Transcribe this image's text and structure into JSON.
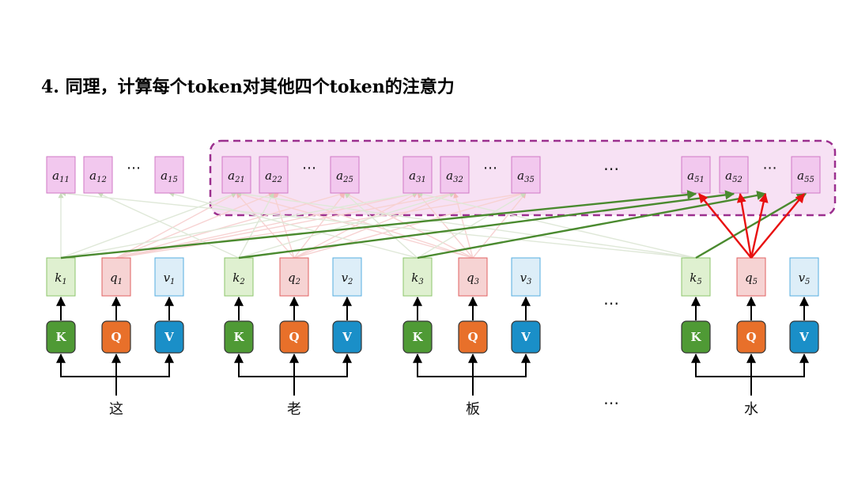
{
  "title": "4. 同理，计算每个token对其他四个token的注意力",
  "ellipsis": "⋯",
  "colors": {
    "k_fill": "#dff0d0",
    "k_stroke": "#8cc66b",
    "q_fill": "#f6d3d3",
    "q_stroke": "#e06060",
    "v_fill": "#ddeef8",
    "v_stroke": "#55aee0",
    "a_fill": "#f2c8ee",
    "a_stroke": "#d079c6",
    "K": "#4f9a35",
    "Q": "#e8702a",
    "V": "#1a8fc8",
    "highlight_border": "#9b2f8e",
    "highlight_fill": "#f7e1f4",
    "green_arrow": "#4a8a2f",
    "red_arrow": "#e81010"
  },
  "attention_groups": [
    {
      "items": [
        {
          "base": "a",
          "sub": "11"
        },
        {
          "base": "a",
          "sub": "12"
        },
        {
          "base": "a",
          "sub": "15"
        }
      ]
    },
    {
      "items": [
        {
          "base": "a",
          "sub": "21"
        },
        {
          "base": "a",
          "sub": "22"
        },
        {
          "base": "a",
          "sub": "25"
        }
      ]
    },
    {
      "items": [
        {
          "base": "a",
          "sub": "31"
        },
        {
          "base": "a",
          "sub": "32"
        },
        {
          "base": "a",
          "sub": "35"
        }
      ]
    },
    {
      "items": [
        {
          "base": "a",
          "sub": "51"
        },
        {
          "base": "a",
          "sub": "52"
        },
        {
          "base": "a",
          "sub": "55"
        }
      ]
    }
  ],
  "tokens": [
    {
      "word": "这",
      "k": {
        "base": "k",
        "sub": "1"
      },
      "q": {
        "base": "q",
        "sub": "1"
      },
      "v": {
        "base": "v",
        "sub": "1"
      }
    },
    {
      "word": "老",
      "k": {
        "base": "k",
        "sub": "2"
      },
      "q": {
        "base": "q",
        "sub": "2"
      },
      "v": {
        "base": "v",
        "sub": "2"
      }
    },
    {
      "word": "板",
      "k": {
        "base": "k",
        "sub": "3"
      },
      "q": {
        "base": "q",
        "sub": "3"
      },
      "v": {
        "base": "v",
        "sub": "3"
      }
    },
    {
      "word": "水",
      "k": {
        "base": "k",
        "sub": "5"
      },
      "q": {
        "base": "q",
        "sub": "5"
      },
      "v": {
        "base": "v",
        "sub": "5"
      }
    }
  ],
  "matrices": {
    "K": "K",
    "Q": "Q",
    "V": "V"
  }
}
